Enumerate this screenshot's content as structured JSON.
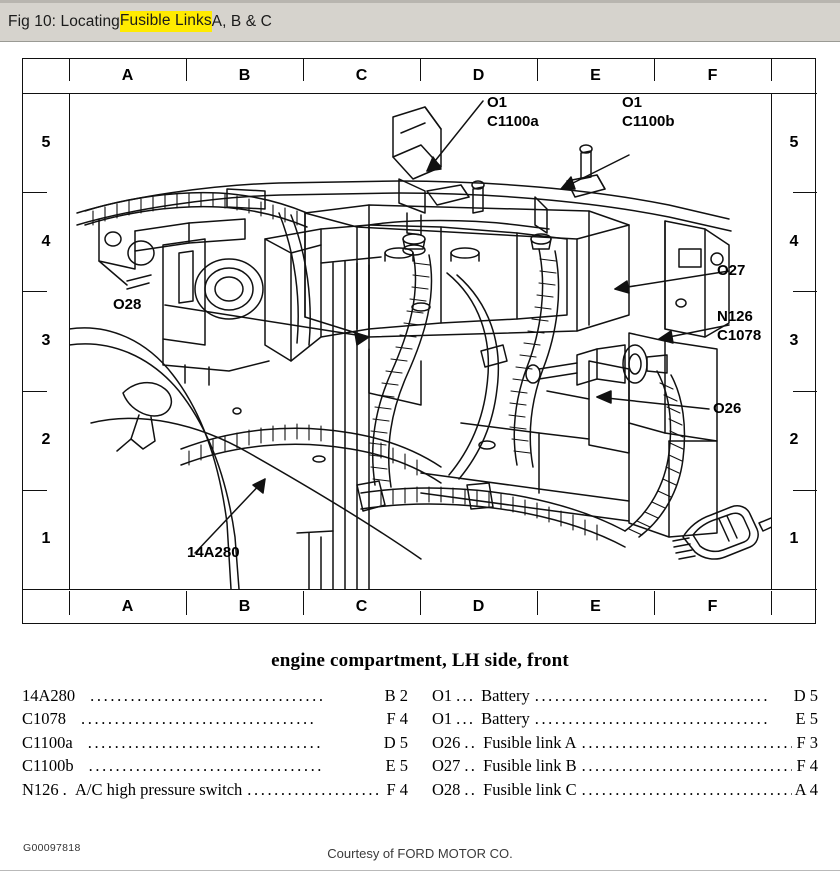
{
  "titlebar": {
    "prefix": "Fig 10: Locating ",
    "highlight": "Fusible Links",
    "suffix": " A, B & C",
    "highlight_color": "#ffeb00"
  },
  "grid": {
    "columns": [
      "A",
      "B",
      "C",
      "D",
      "E",
      "F"
    ],
    "rows": [
      "5",
      "4",
      "3",
      "2",
      "1"
    ]
  },
  "callouts": [
    {
      "id": "o1-c1100a",
      "line1": "O1",
      "line2": "C1100a"
    },
    {
      "id": "o1-c1100b",
      "line1": "O1",
      "line2": "C1100b"
    },
    {
      "id": "o27",
      "line1": "O27",
      "line2": ""
    },
    {
      "id": "n126-c1078",
      "line1": "N126",
      "line2": "C1078"
    },
    {
      "id": "o26",
      "line1": "O26",
      "line2": ""
    },
    {
      "id": "o28",
      "line1": "O28",
      "line2": ""
    },
    {
      "id": "harness-14a280",
      "line1": "14A280",
      "line2": ""
    }
  ],
  "caption": "engine compartment, LH side, front",
  "legend": {
    "left": [
      {
        "code": "14A280",
        "sep": "",
        "desc": "",
        "ref": "B 2"
      },
      {
        "code": "C1078",
        "sep": "",
        "desc": "",
        "ref": "F 4"
      },
      {
        "code": "C1100a",
        "sep": "",
        "desc": "",
        "ref": "D 5"
      },
      {
        "code": "C1100b",
        "sep": "",
        "desc": "",
        "ref": "E 5"
      },
      {
        "code": "N126",
        "sep": ".",
        "desc": "A/C high pressure switch",
        "ref": "F 4"
      }
    ],
    "right": [
      {
        "code": "O1",
        "sep": "...",
        "desc": "Battery",
        "ref": "D 5"
      },
      {
        "code": "O1",
        "sep": "...",
        "desc": "Battery",
        "ref": "E 5"
      },
      {
        "code": "O26",
        "sep": "..",
        "desc": "Fusible link A",
        "ref": "F 3"
      },
      {
        "code": "O27",
        "sep": "..",
        "desc": "Fusible link B",
        "ref": "F 4"
      },
      {
        "code": "O28",
        "sep": "..",
        "desc": "Fusible link C",
        "ref": "A 4"
      }
    ]
  },
  "graphic_number": "G00097818",
  "footer": "Courtesy of FORD MOTOR CO."
}
